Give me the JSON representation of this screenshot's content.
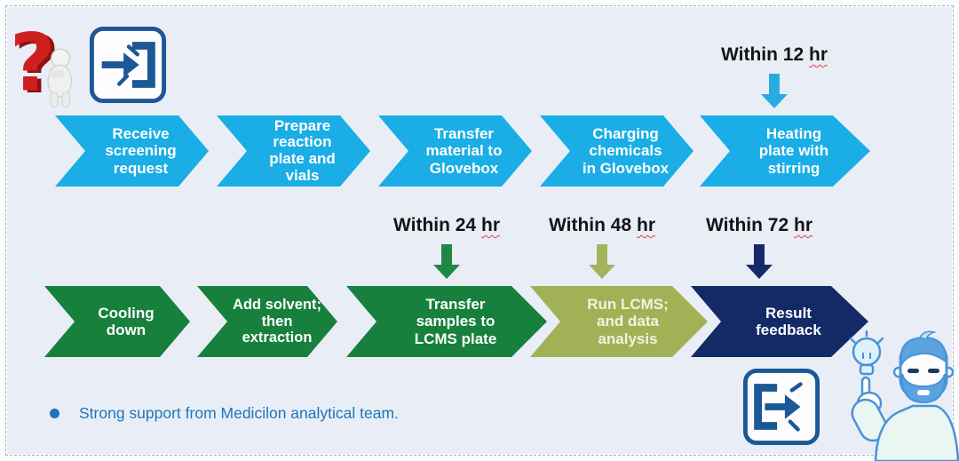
{
  "panel": {
    "background": "#e9eef6",
    "border_color": "#a8b2bf"
  },
  "icons": {
    "question_figure": "3d-red-question-mark-with-thinking-figure",
    "enter": "enter-flow-icon",
    "exit": "exit-flow-icon",
    "idea_man": "man-pointing-at-lightbulb"
  },
  "flow": {
    "row1": {
      "color": "#1aade6",
      "text_color": "#ffffff",
      "steps": [
        {
          "label": "Receive\nscreening\nrequest"
        },
        {
          "label": "Prepare\nreaction\nplate and\nvials"
        },
        {
          "label": "Transfer\nmaterial to\nGlovebox"
        },
        {
          "label": "Charging\nchemicals\nin Glovebox"
        },
        {
          "label": "Heating\nplate with\nstirring"
        }
      ]
    },
    "row2": {
      "steps": [
        {
          "label": "Cooling\ndown",
          "color": "#17803c",
          "text_color": "#ffffff"
        },
        {
          "label": "Add solvent;\nthen\nextraction",
          "color": "#17803c",
          "text_color": "#ffffff"
        },
        {
          "label": "Transfer\nsamples to\nLCMS plate",
          "color": "#17803c",
          "text_color": "#ffffff"
        },
        {
          "label": "Run LCMS;\nand data\nanalysis",
          "color": "#a3b156",
          "text_color": "#f4f2df"
        },
        {
          "label": "Result\nfeedback",
          "color": "#132a66",
          "text_color": "#ffffff"
        }
      ]
    }
  },
  "annotations": [
    {
      "prefix": "Within 12",
      "unit": "hr",
      "arrow_color": "#29abe2"
    },
    {
      "prefix": "Within 24",
      "unit": "hr",
      "arrow_color": "#1e8745"
    },
    {
      "prefix": "Within 48",
      "unit": "hr",
      "arrow_color": "#a5b45c"
    },
    {
      "prefix": "Within 72",
      "unit": "hr",
      "arrow_color": "#15296b"
    }
  ],
  "footer": {
    "text": "Strong support from Medicilon analytical team.",
    "text_color": "#1c76bc",
    "bullet_color": "#1b75bb"
  }
}
